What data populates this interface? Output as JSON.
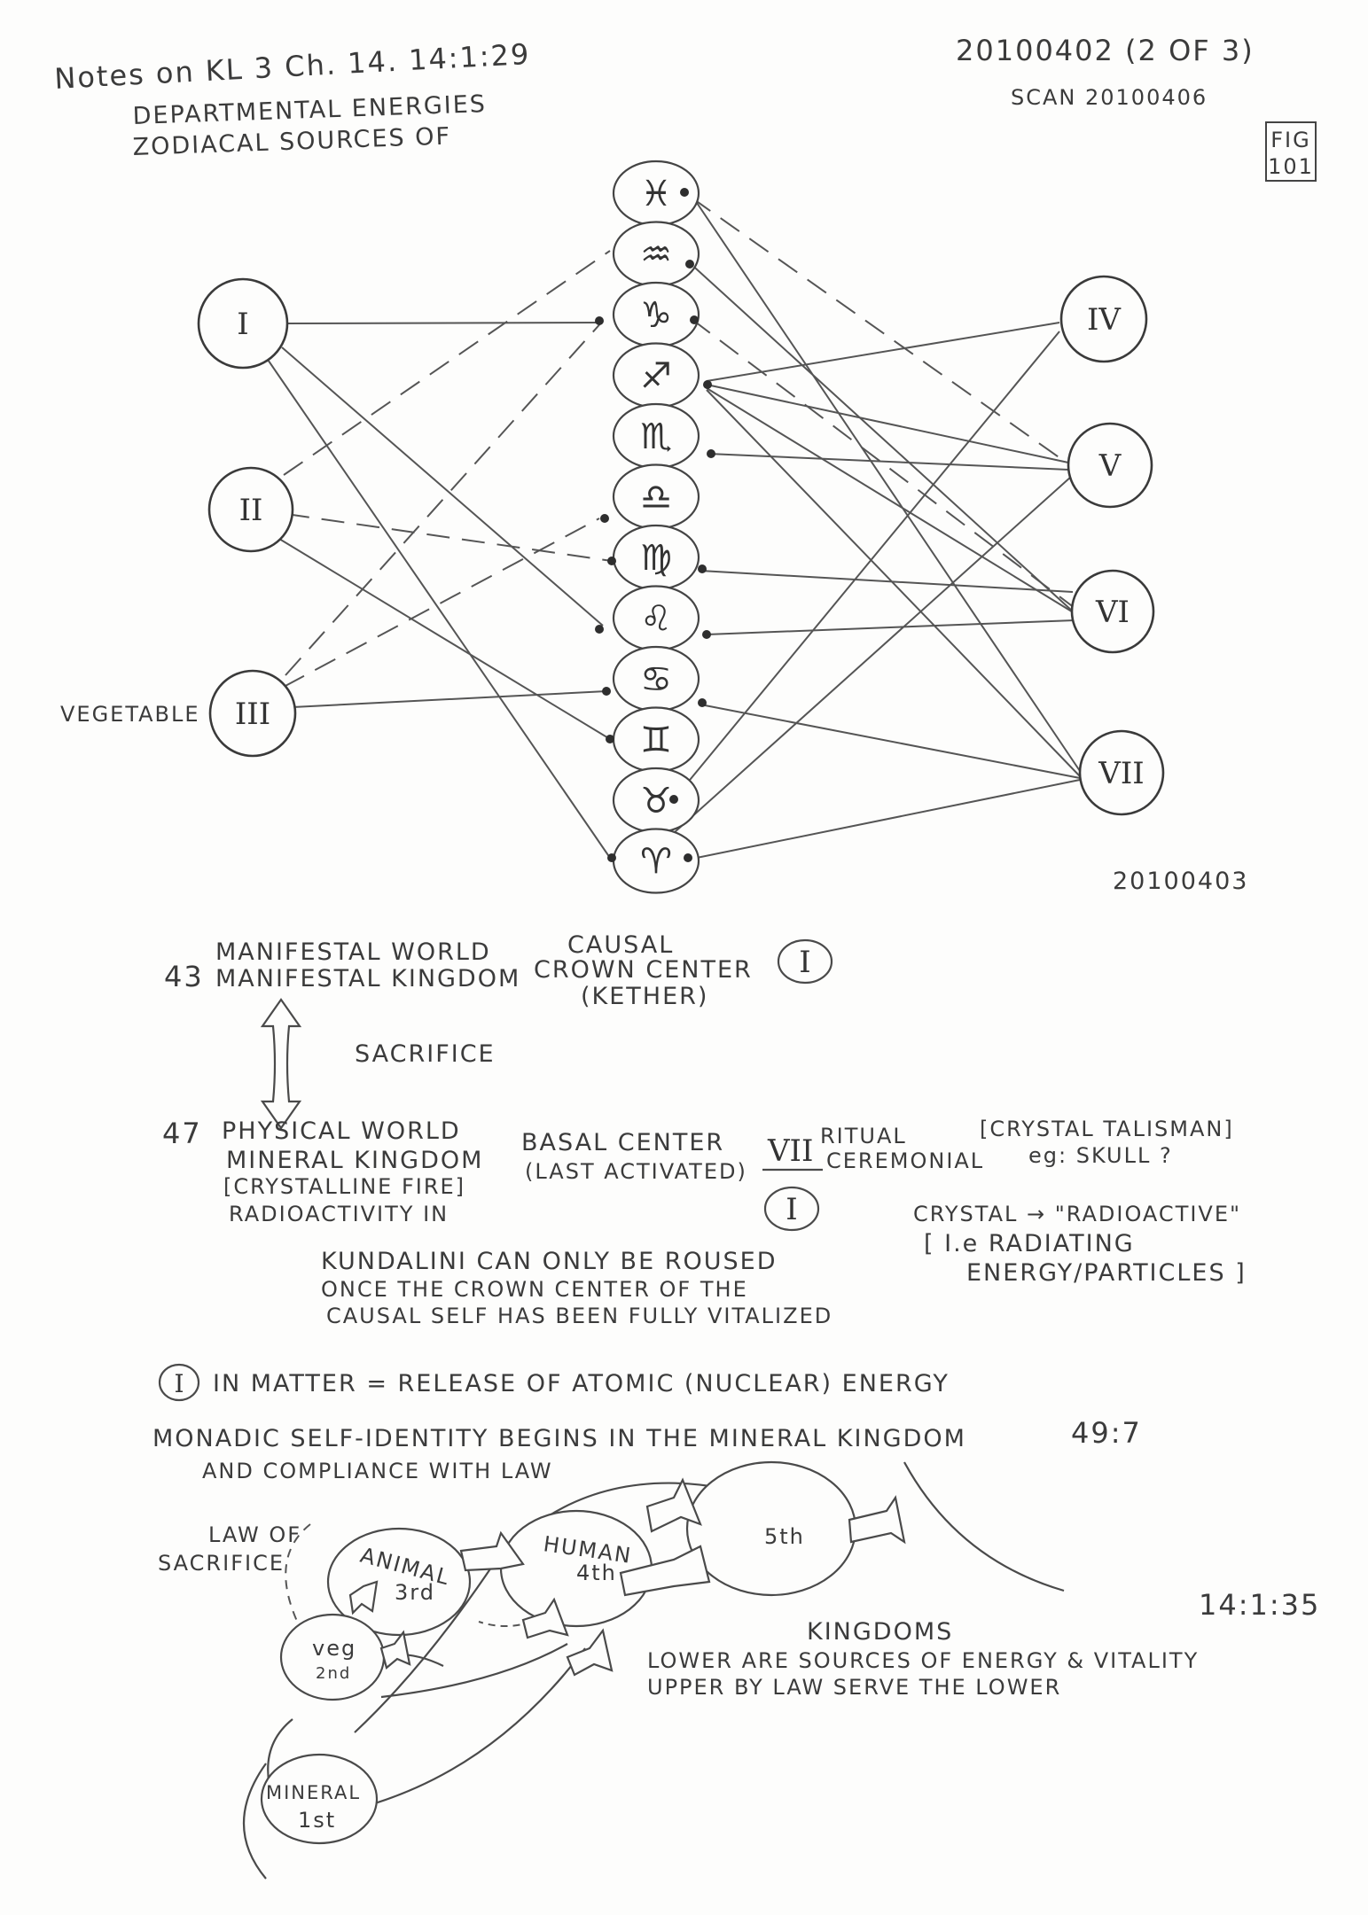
{
  "header": {
    "title_line1": "Notes on KL 3 Ch. 14. 14:1:29",
    "title_line2": "DEPARTMENTAL ENERGIES",
    "title_line3": "ZODIACAL SOURCES OF",
    "date": "20100402 (2 OF 3)",
    "scan": "SCAN 20100406",
    "fig_line1": "FIG",
    "fig_line2": "101"
  },
  "diagram": {
    "left_departments": [
      {
        "label": "I"
      },
      {
        "label": "II"
      },
      {
        "label": "III",
        "side_note": "VEGETABLE"
      }
    ],
    "right_departments": [
      {
        "label": "IV"
      },
      {
        "label": "V"
      },
      {
        "label": "VI"
      },
      {
        "label": "VII"
      }
    ],
    "zodiac_signs": [
      "♓",
      "♒",
      "♑",
      "♐",
      "♏",
      "♎",
      "♍",
      "♌",
      "♋",
      "♊",
      "♉",
      "♈"
    ],
    "date_stamp": "20100403"
  },
  "notes": {
    "manifestal_world": "MANIFESTAL WORLD",
    "num_43": "43",
    "manifestal_kingdom": "MANIFESTAL KINGDOM",
    "causal": "CAUSAL",
    "crown_center": "CROWN CENTER",
    "kether": "(KETHER)",
    "crown_numeral": "I",
    "sacrifice": "SACRIFICE",
    "num_47": "47",
    "physical_world": "PHYSICAL WORLD",
    "mineral_kingdom": "MINERAL KINGDOM",
    "crystalline_fire": "[CRYSTALLINE FIRE]",
    "radioactivity": "RADIOACTIVITY IN",
    "basal_center": "BASAL CENTER",
    "last_activated": "(LAST ACTIVATED)",
    "numeral_vii": "VII",
    "numeral_i": "I",
    "ritual": "RITUAL",
    "ceremonial": "CEREMONIAL",
    "crystal_talisman": "[CRYSTAL TALISMAN]",
    "eg_skull": "eg: SKULL ?",
    "crystal_radioactive": "CRYSTAL → \"RADIOACTIVE\"",
    "radiating": "[ I.e RADIATING",
    "energy_particles": "ENERGY/PARTICLES ]",
    "kundalini_1": "KUNDALINI CAN ONLY BE ROUSED",
    "kundalini_2": "ONCE THE CROWN CENTER OF THE",
    "kundalini_3": "CAUSAL SELF HAS BEEN FULLY VITALIZED",
    "in_matter_numeral": "I",
    "in_matter": "IN MATTER = RELEASE OF ATOMIC (NUCLEAR) ENERGY",
    "monadic_1": "MONADIC SELF-IDENTITY BEGINS IN THE MINERAL KINGDOM",
    "ref_49_7": "49:7",
    "monadic_2": "AND COMPLIANCE WITH LAW"
  },
  "kingdoms": {
    "law_of": "LAW OF",
    "sacrifice": "SACRIFICE",
    "animal": "ANIMAL",
    "animal_num": "3rd",
    "human": "HUMAN",
    "human_num": "4th",
    "fifth": "5th",
    "veg": "veg",
    "veg_num": "2nd",
    "mineral": "MINERAL",
    "mineral_num": "1st",
    "ref": "14:1:35",
    "heading": "KINGDOMS",
    "line1": "LOWER ARE SOURCES OF ENERGY & VITALITY",
    "line2": "UPPER BY LAW SERVE THE LOWER"
  }
}
